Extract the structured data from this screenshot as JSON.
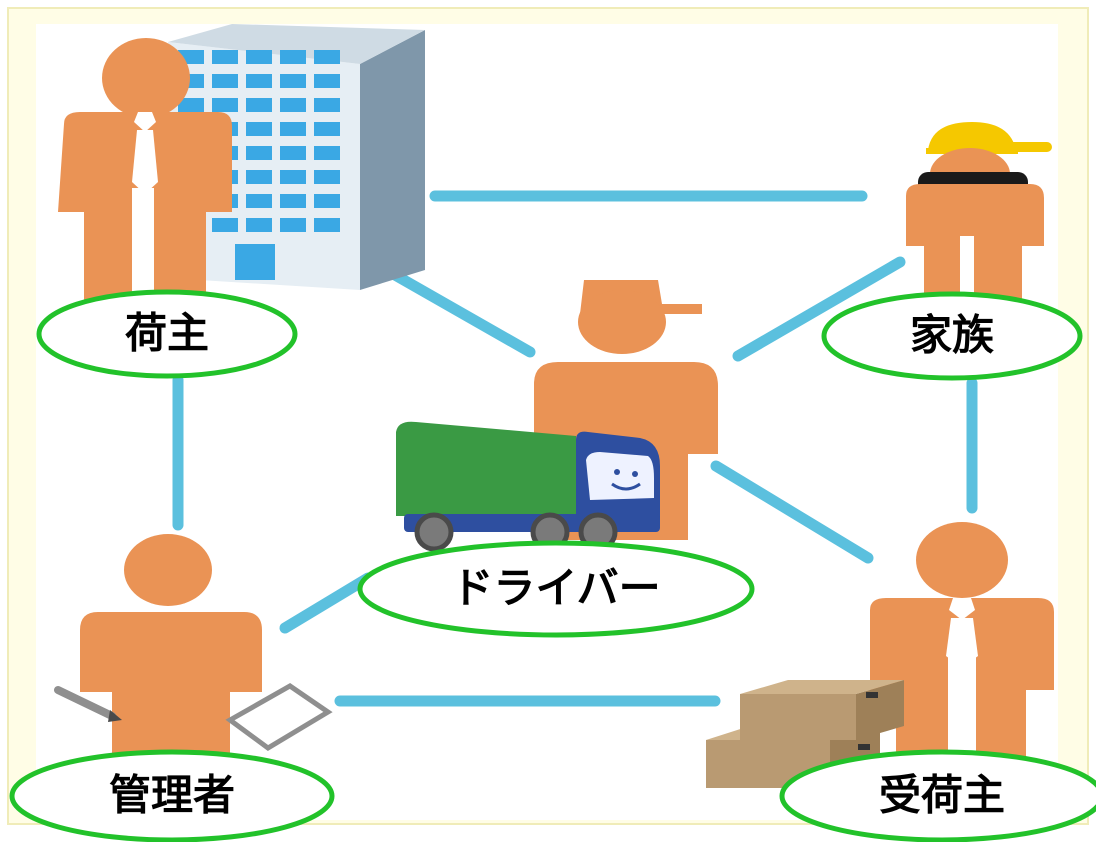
{
  "nodes": {
    "shipper": {
      "label": "荷主"
    },
    "family": {
      "label": "家族"
    },
    "driver": {
      "label": "ドライバー"
    },
    "manager": {
      "label": "管理者"
    },
    "consignee": {
      "label": "受荷主"
    }
  },
  "colors": {
    "frame_background": "#fffde6",
    "frame_border": "#f0ecb8",
    "person": "#ea9355",
    "connector": "#5bc0de",
    "label_border": "#22c22a",
    "label_fill": "#ffffff",
    "tie": "#ffffff",
    "building_glass": "#3aa8e4",
    "building_wall": "#e6eef4",
    "building_side": "#7f97aa",
    "cap_yellow": "#f5c800",
    "backpack": "#1a1a1a",
    "truck_body": "#3a9a44",
    "truck_cab": "#2e4fa0",
    "box": "#b99a72",
    "clipboard": "#8f8f8f"
  }
}
